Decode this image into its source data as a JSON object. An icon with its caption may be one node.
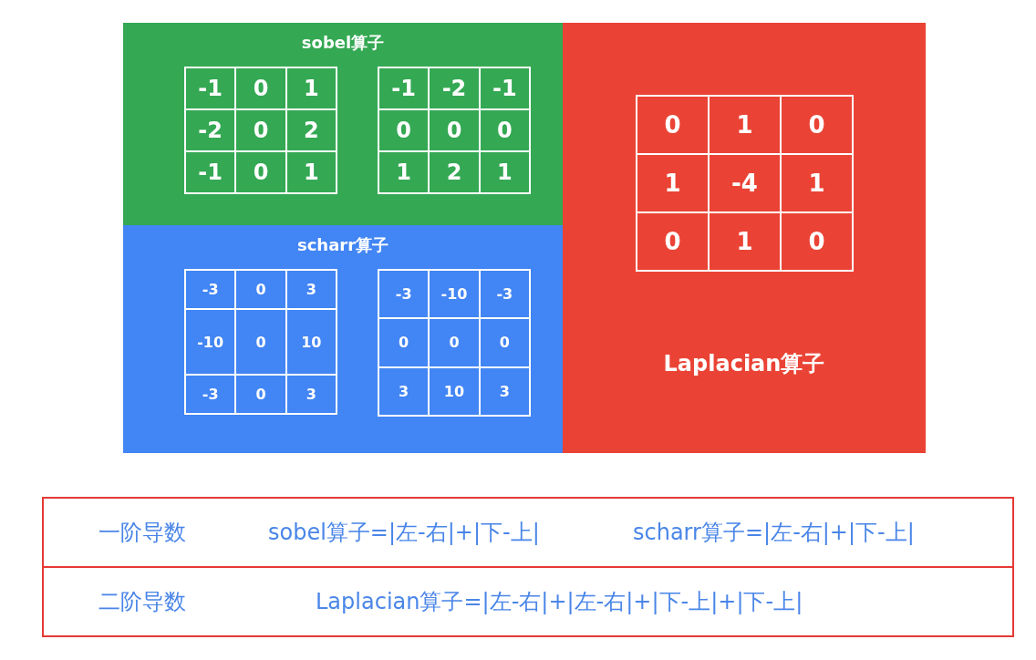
{
  "diagram": {
    "nodes": [
      {
        "text": [
          "sobel算子"
        ]
      },
      {
        "text": [
          "-1",
          "0",
          "1",
          "-2",
          "0",
          "2",
          "-1",
          "0",
          "1"
        ],
        "in": 0
      },
      {
        "text": [
          "-1",
          "-2",
          "-1",
          "0",
          "0",
          "0",
          "1",
          "2",
          "1"
        ],
        "in": 0
      },
      {
        "text": [
          "scharr算子"
        ]
      },
      {
        "text": [
          "-3",
          "0",
          "3",
          "-10",
          "0",
          "10",
          "-3",
          "0",
          "3"
        ],
        "in": 3
      },
      {
        "text": [
          "-3",
          "-10",
          "-3",
          "0",
          "0",
          "0",
          "3",
          "10",
          "3"
        ],
        "in": 3
      },
      {
        "text": [
          "Laplacian算子"
        ]
      },
      {
        "text": [
          "0",
          "1",
          "0",
          "1",
          "-4",
          "1",
          "0",
          "1",
          "0"
        ],
        "in": 6
      },
      {
        "text": [
          "一阶导数",
          "sobel算子=|左-右|+|下-上|",
          "scharr算子=|左-右|+|下-上|"
        ]
      },
      {
        "text": [
          "二阶导数",
          "Laplacian算子=|左-右|+|左-右|+|下-上|+|下-上|"
        ]
      }
    ]
  }
}
